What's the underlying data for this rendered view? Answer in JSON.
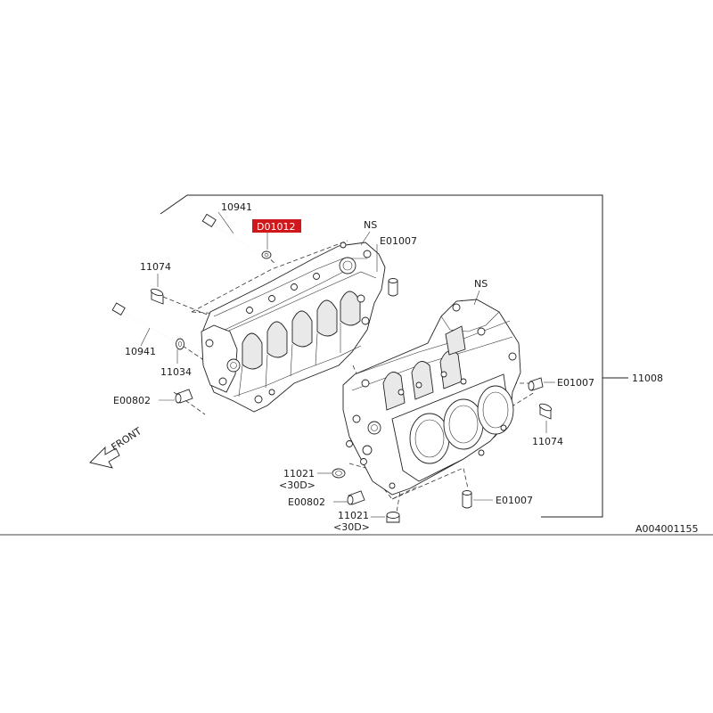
{
  "labels": {
    "bolt_long_top": "10941",
    "highlight_part": "D01012",
    "ns_upper": "NS",
    "pin_upper_right": "E01007",
    "pin_upper_left": "11074",
    "bolt_long_left": "10941",
    "washer_left": "11034",
    "dowel_left": "E00802",
    "ns_block": "NS",
    "pin_right": "E01007",
    "assembly": "11008",
    "pin_right_lower": "11074",
    "plug_upper": "11021",
    "plug_upper_spec": "<30D>",
    "dowel_lower": "E00802",
    "pin_bottom": "E01007",
    "plug_lower": "11021",
    "plug_lower_spec": "<30D>",
    "front": "FRONT",
    "catalog_number": "A004001155"
  },
  "colors": {
    "highlight": "#d0171b",
    "line": "#222222",
    "background": "#ffffff"
  }
}
